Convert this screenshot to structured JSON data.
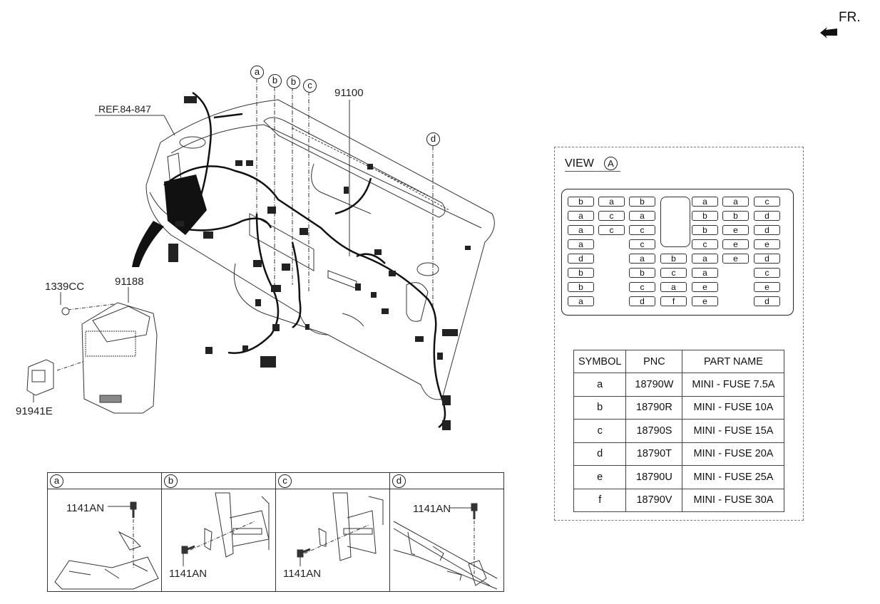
{
  "direction": {
    "label": "FR.",
    "icon": "front-arrow-icon"
  },
  "main_diagram": {
    "ref_label": "REF.84-847",
    "harness_pnc": "91100",
    "junction_box_pnc": "91188",
    "nut_pnc": "1339CC",
    "switch_pnc": "91941E",
    "detail_callouts": [
      "a",
      "b",
      "b",
      "c",
      "d"
    ]
  },
  "view_a": {
    "title": "VIEW",
    "view_symbol": "A",
    "fuse_columns": [
      [
        "b",
        "a",
        "a",
        "a",
        "d",
        "b",
        "b",
        "a"
      ],
      [
        "a",
        "c",
        "c"
      ],
      [
        "b",
        "a",
        "c",
        "c",
        "a",
        "b",
        "c",
        "d"
      ],
      [
        "b",
        "c",
        "a",
        "f"
      ],
      [
        "a",
        "b",
        "b",
        "c",
        "a",
        "a",
        "e",
        "e"
      ],
      [
        "a",
        "b",
        "e",
        "e",
        "e"
      ],
      [
        "c",
        "d",
        "d",
        "e",
        "d",
        "c",
        "e",
        "d"
      ]
    ]
  },
  "fuse_table": {
    "headers": [
      "SYMBOL",
      "PNC",
      "PART NAME"
    ],
    "rows": [
      {
        "symbol": "a",
        "pnc": "18790W",
        "name": "MINI - FUSE 7.5A"
      },
      {
        "symbol": "b",
        "pnc": "18790R",
        "name": "MINI - FUSE 10A"
      },
      {
        "symbol": "c",
        "pnc": "18790S",
        "name": "MINI - FUSE 15A"
      },
      {
        "symbol": "d",
        "pnc": "18790T",
        "name": "MINI - FUSE 20A"
      },
      {
        "symbol": "e",
        "pnc": "18790U",
        "name": "MINI - FUSE 25A"
      },
      {
        "symbol": "f",
        "pnc": "18790V",
        "name": "MINI - FUSE 30A"
      }
    ]
  },
  "details": [
    {
      "symbol": "a",
      "bolt_pnc": "1141AN"
    },
    {
      "symbol": "b",
      "bolt_pnc": "1141AN"
    },
    {
      "symbol": "c",
      "bolt_pnc": "1141AN"
    },
    {
      "symbol": "d",
      "bolt_pnc": "1141AN"
    }
  ]
}
